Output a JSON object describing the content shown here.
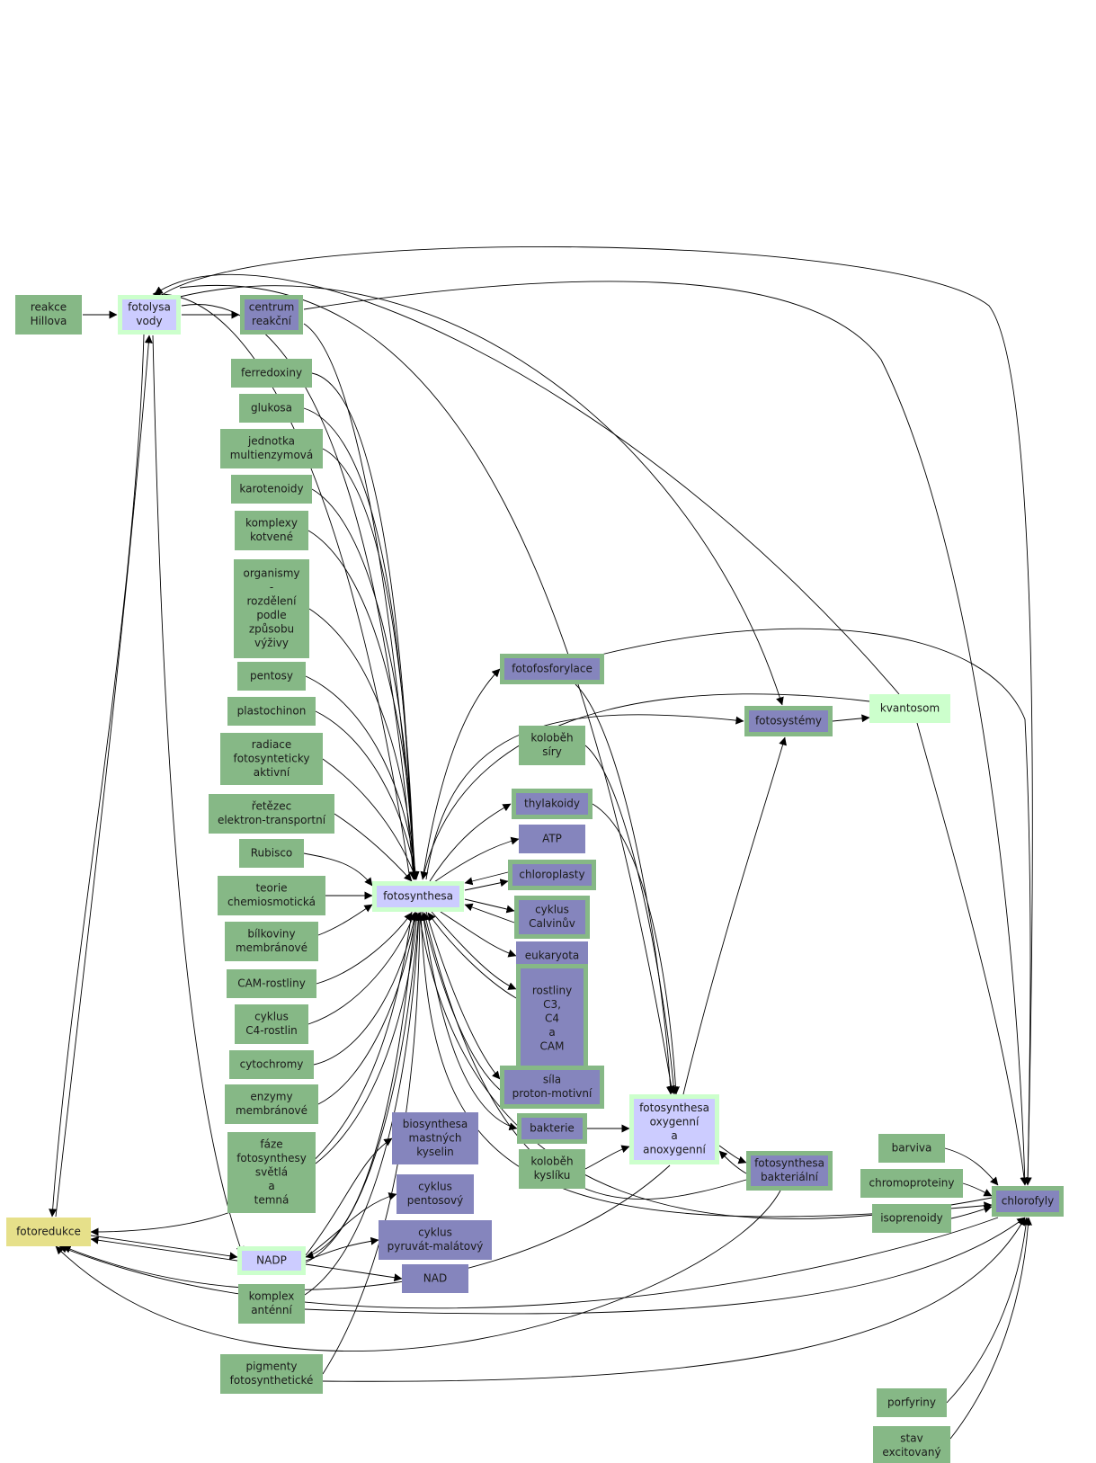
{
  "colors": {
    "background": "#ffffff",
    "green_fill": "#86b886",
    "purple_fill": "#8585bd",
    "lavender_fill": "#ccccff",
    "mint_fill": "#ccffcc",
    "yellow_fill": "#e6e08a",
    "edge": "#000000"
  },
  "nodes": [
    {
      "id": "reakce_hillova",
      "lines": [
        "reakce",
        "Hillova"
      ],
      "style": "green"
    },
    {
      "id": "fotolysa_vody",
      "lines": [
        "fotolysa",
        "vody"
      ],
      "style": "lavender-framed"
    },
    {
      "id": "centrum_reakcni",
      "lines": [
        "centrum",
        "reakční"
      ],
      "style": "purple-framed"
    },
    {
      "id": "ferredoxiny",
      "lines": [
        "ferredoxiny"
      ],
      "style": "green"
    },
    {
      "id": "glukosa",
      "lines": [
        "glukosa"
      ],
      "style": "green"
    },
    {
      "id": "jednotka",
      "lines": [
        "jednotka",
        "multienzymová"
      ],
      "style": "green"
    },
    {
      "id": "karotenoidy",
      "lines": [
        "karotenoidy"
      ],
      "style": "green"
    },
    {
      "id": "komplexy_kotvene",
      "lines": [
        "komplexy",
        "kotvené"
      ],
      "style": "green"
    },
    {
      "id": "organismy",
      "lines": [
        "organismy",
        "-",
        "rozdělení",
        "podle",
        "způsobu",
        "výživy"
      ],
      "style": "green"
    },
    {
      "id": "pentosy",
      "lines": [
        "pentosy"
      ],
      "style": "green"
    },
    {
      "id": "plastochinon",
      "lines": [
        "plastochinon"
      ],
      "style": "green"
    },
    {
      "id": "radiace",
      "lines": [
        "radiace",
        "fotosynteticky",
        "aktivní"
      ],
      "style": "green"
    },
    {
      "id": "retezec",
      "lines": [
        "řetězec",
        "elektron-transportní"
      ],
      "style": "green"
    },
    {
      "id": "rubisco",
      "lines": [
        "Rubisco"
      ],
      "style": "green"
    },
    {
      "id": "teorie",
      "lines": [
        "teorie",
        "chemiosmotická"
      ],
      "style": "green"
    },
    {
      "id": "bilkoviny",
      "lines": [
        "bílkoviny",
        "membránové"
      ],
      "style": "green"
    },
    {
      "id": "cam_rostliny",
      "lines": [
        "CAM-rostliny"
      ],
      "style": "green"
    },
    {
      "id": "cyklus_c4",
      "lines": [
        "cyklus",
        "C4-rostlin"
      ],
      "style": "green"
    },
    {
      "id": "cytochromy",
      "lines": [
        "cytochromy"
      ],
      "style": "green"
    },
    {
      "id": "enzymy",
      "lines": [
        "enzymy",
        "membránové"
      ],
      "style": "green"
    },
    {
      "id": "faze",
      "lines": [
        "fáze",
        "fotosynthesy",
        "světlá",
        "a",
        "temná"
      ],
      "style": "green"
    },
    {
      "id": "fotoredukce",
      "lines": [
        "fotoredukce"
      ],
      "style": "yellow"
    },
    {
      "id": "nadp",
      "lines": [
        "NADP"
      ],
      "style": "lavender-framed"
    },
    {
      "id": "komplex_antenni",
      "lines": [
        "komplex",
        "anténní"
      ],
      "style": "green"
    },
    {
      "id": "pigmenty",
      "lines": [
        "pigmenty",
        "fotosynthetické"
      ],
      "style": "green"
    },
    {
      "id": "biosynthesa",
      "lines": [
        "biosynthesa",
        "mastných",
        "kyselin"
      ],
      "style": "purple"
    },
    {
      "id": "cyklus_pentosovy",
      "lines": [
        "cyklus",
        "pentosový"
      ],
      "style": "purple"
    },
    {
      "id": "cyklus_pyruvat",
      "lines": [
        "cyklus",
        "pyruvát-malátový"
      ],
      "style": "purple"
    },
    {
      "id": "nad",
      "lines": [
        "NAD"
      ],
      "style": "purple"
    },
    {
      "id": "fotosynthesa",
      "lines": [
        "fotosynthesa"
      ],
      "style": "lavender-framed"
    },
    {
      "id": "fotofosforylace",
      "lines": [
        "fotofosforylace"
      ],
      "style": "purple-framed"
    },
    {
      "id": "kolobeh_siry",
      "lines": [
        "koloběh",
        "síry"
      ],
      "style": "green"
    },
    {
      "id": "thylakoidy",
      "lines": [
        "thylakoidy"
      ],
      "style": "purple-framed"
    },
    {
      "id": "atp",
      "lines": [
        "ATP"
      ],
      "style": "purple"
    },
    {
      "id": "chloroplasty",
      "lines": [
        "chloroplasty"
      ],
      "style": "purple-framed"
    },
    {
      "id": "cyklus_calvinuv",
      "lines": [
        "cyklus",
        "Calvinův"
      ],
      "style": "purple-framed"
    },
    {
      "id": "eukaryota",
      "lines": [
        "eukaryota"
      ],
      "style": "purple"
    },
    {
      "id": "rostliny",
      "lines": [
        "rostliny",
        "C3,",
        "C4",
        "a",
        "CAM"
      ],
      "style": "purple-framed"
    },
    {
      "id": "sila",
      "lines": [
        "síla",
        "proton-motivní"
      ],
      "style": "purple-framed"
    },
    {
      "id": "bakterie",
      "lines": [
        "bakterie"
      ],
      "style": "purple-framed"
    },
    {
      "id": "kolobeh_kysliku",
      "lines": [
        "koloběh",
        "kyslíku"
      ],
      "style": "green"
    },
    {
      "id": "fs_oxygenni",
      "lines": [
        "fotosynthesa",
        "oxygenní",
        "a",
        "anoxygenní"
      ],
      "style": "lavender-framed"
    },
    {
      "id": "fs_bakterialni",
      "lines": [
        "fotosynthesa",
        "bakteriální"
      ],
      "style": "purple-framed"
    },
    {
      "id": "fotosystemy",
      "lines": [
        "fotosystémy"
      ],
      "style": "purple-framed"
    },
    {
      "id": "kvantosom",
      "lines": [
        "kvantosom"
      ],
      "style": "mint"
    },
    {
      "id": "barviva",
      "lines": [
        "barviva"
      ],
      "style": "green"
    },
    {
      "id": "chromoproteiny",
      "lines": [
        "chromoproteiny"
      ],
      "style": "green"
    },
    {
      "id": "isoprenoidy",
      "lines": [
        "isoprenoidy"
      ],
      "style": "green"
    },
    {
      "id": "chlorofyly",
      "lines": [
        "chlorofyly"
      ],
      "style": "purple-framed"
    },
    {
      "id": "porfyriny",
      "lines": [
        "porfyriny"
      ],
      "style": "green"
    },
    {
      "id": "stav_excitovany",
      "lines": [
        "stav",
        "excitovaný"
      ],
      "style": "green"
    }
  ],
  "edges": [
    [
      "reakce_hillova",
      "fotolysa_vody"
    ],
    [
      "fotolysa_vody",
      "centrum_reakcni"
    ],
    [
      "fotolysa_vody",
      "fotoredukce"
    ],
    [
      "fotolysa_vody",
      "nadp"
    ],
    [
      "fotolysa_vody",
      "fotosynthesa"
    ],
    [
      "fotolysa_vody",
      "fotosystemy"
    ],
    [
      "fotolysa_vody",
      "fs_oxygenni"
    ],
    [
      "fotolysa_vody",
      "chlorofyly"
    ],
    [
      "fotoredukce",
      "fotolysa_vody"
    ],
    [
      "centrum_reakcni",
      "fotosynthesa"
    ],
    [
      "centrum_reakcni",
      "chlorofyly"
    ],
    [
      "ferredoxiny",
      "fotosynthesa"
    ],
    [
      "glukosa",
      "fotosynthesa"
    ],
    [
      "jednotka",
      "fotosynthesa"
    ],
    [
      "karotenoidy",
      "fotosynthesa"
    ],
    [
      "komplexy_kotvene",
      "fotosynthesa"
    ],
    [
      "organismy",
      "fotosynthesa"
    ],
    [
      "pentosy",
      "fotosynthesa"
    ],
    [
      "plastochinon",
      "fotosynthesa"
    ],
    [
      "radiace",
      "fotosynthesa"
    ],
    [
      "retezec",
      "fotosynthesa"
    ],
    [
      "rubisco",
      "fotosynthesa"
    ],
    [
      "teorie",
      "fotosynthesa"
    ],
    [
      "bilkoviny",
      "fotosynthesa"
    ],
    [
      "cam_rostliny",
      "fotosynthesa"
    ],
    [
      "cyklus_c4",
      "fotosynthesa"
    ],
    [
      "cytochromy",
      "fotosynthesa"
    ],
    [
      "enzymy",
      "fotosynthesa"
    ],
    [
      "faze",
      "fotosynthesa"
    ],
    [
      "komplex_antenni",
      "fotosynthesa"
    ],
    [
      "komplex_antenni",
      "chlorofyly"
    ],
    [
      "pigmenty",
      "fotosynthesa"
    ],
    [
      "pigmenty",
      "chlorofyly"
    ],
    [
      "fotosynthesa",
      "fotofosforylace"
    ],
    [
      "fotosynthesa",
      "fotosystemy"
    ],
    [
      "fotosynthesa",
      "thylakoidy"
    ],
    [
      "fotosynthesa",
      "atp"
    ],
    [
      "fotosynthesa",
      "chloroplasty"
    ],
    [
      "chloroplasty",
      "fotosynthesa"
    ],
    [
      "fotosynthesa",
      "cyklus_calvinuv"
    ],
    [
      "cyklus_calvinuv",
      "fotosynthesa"
    ],
    [
      "fotosynthesa",
      "eukaryota"
    ],
    [
      "fotosynthesa",
      "rostliny"
    ],
    [
      "rostliny",
      "fotosynthesa"
    ],
    [
      "fotosynthesa",
      "sila"
    ],
    [
      "sila",
      "fotosynthesa"
    ],
    [
      "fotosynthesa",
      "bakterie"
    ],
    [
      "fotosynthesa",
      "fotoredukce"
    ],
    [
      "fotosynthesa",
      "nadp"
    ],
    [
      "fotosynthesa",
      "chlorofyly"
    ],
    [
      "fotosynthesa",
      "fotolysa_vody"
    ],
    [
      "nadp",
      "fotosynthesa"
    ],
    [
      "nadp",
      "biosynthesa"
    ],
    [
      "nadp",
      "cyklus_pentosovy"
    ],
    [
      "nadp",
      "cyklus_pyruvat"
    ],
    [
      "nadp",
      "nad"
    ],
    [
      "nadp",
      "fotoredukce"
    ],
    [
      "fotoredukce",
      "nadp"
    ],
    [
      "fotofosforylace",
      "fs_oxygenni"
    ],
    [
      "fotofosforylace",
      "chlorofyly"
    ],
    [
      "kolobeh_siry",
      "fs_oxygenni"
    ],
    [
      "thylakoidy",
      "fs_oxygenni"
    ],
    [
      "bakterie",
      "fs_oxygenni"
    ],
    [
      "kolobeh_kysliku",
      "fs_oxygenni"
    ],
    [
      "fs_oxygenni",
      "fotosystemy"
    ],
    [
      "fs_oxygenni",
      "fs_bakterialni"
    ],
    [
      "fs_bakterialni",
      "fs_oxygenni"
    ],
    [
      "fs_oxygenni",
      "fotoredukce"
    ],
    [
      "fs_bakterialni",
      "fotosynthesa"
    ],
    [
      "fs_bakterialni",
      "fotoredukce"
    ],
    [
      "fotosystemy",
      "kvantosom"
    ],
    [
      "kvantosom",
      "fotosynthesa"
    ],
    [
      "kvantosom",
      "chlorofyly"
    ],
    [
      "kvantosom",
      "fotolysa_vody"
    ],
    [
      "barviva",
      "chlorofyly"
    ],
    [
      "chromoproteiny",
      "chlorofyly"
    ],
    [
      "isoprenoidy",
      "chlorofyly"
    ],
    [
      "porfyriny",
      "chlorofyly"
    ],
    [
      "stav_excitovany",
      "chlorofyly"
    ],
    [
      "chlorofyly",
      "fotoredukce"
    ],
    [
      "chlorofyly",
      "fotosynthesa"
    ]
  ]
}
